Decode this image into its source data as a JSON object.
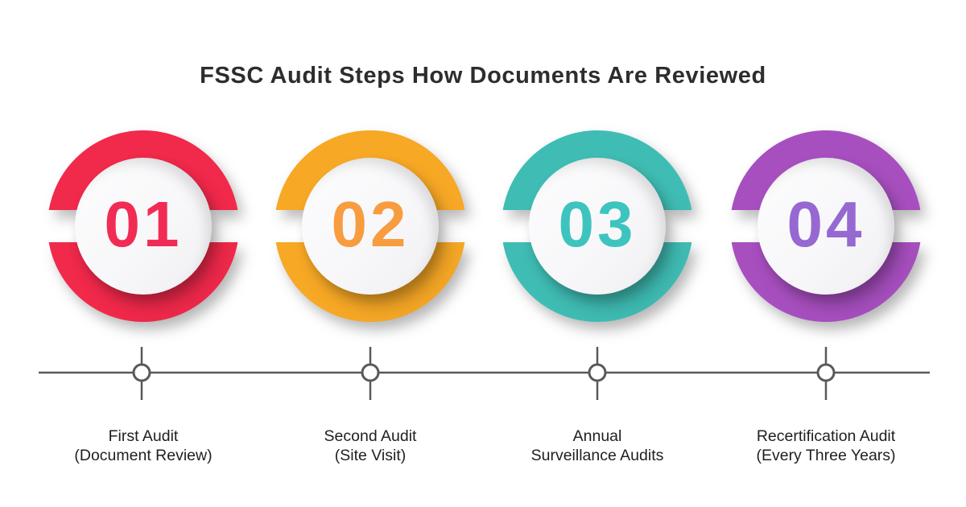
{
  "title": "FSSC Audit Steps How Documents Are Reviewed",
  "steps": [
    {
      "number": "01",
      "ring_color": "#F1294B",
      "number_color": "#F22B55",
      "label_line1": "First Audit",
      "label_line2": "(Document Review)"
    },
    {
      "number": "02",
      "ring_color": "#F7A825",
      "number_color": "#F89C40",
      "label_line1": "Second Audit",
      "label_line2": "(Site Visit)"
    },
    {
      "number": "03",
      "ring_color": "#3FBDB4",
      "number_color": "#3EC4BE",
      "label_line1": "Annual",
      "label_line2": "Surveillance Audits"
    },
    {
      "number": "04",
      "ring_color": "#A84FC0",
      "number_color": "#9668D2",
      "label_line1": "Recertification Audit",
      "label_line2": "(Every Three Years)"
    }
  ],
  "timeline": {
    "line_color": "#58595B",
    "node_fill": "#FFFFFF"
  },
  "colors": {
    "background": "#FFFFFF",
    "title_text": "#2D2D2F",
    "label_text": "#1F1F1F"
  }
}
